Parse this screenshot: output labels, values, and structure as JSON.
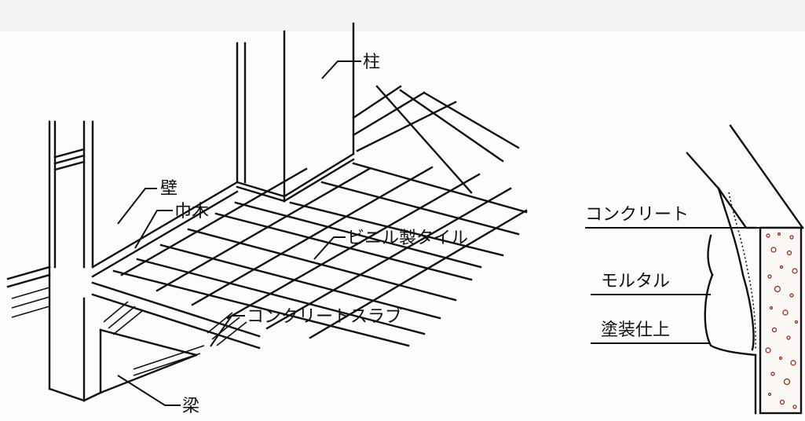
{
  "figure": {
    "left_labels": {
      "column": "柱",
      "wall": "壁",
      "baseboard": "巾木",
      "vinyl_tile": "ビニル製タイル",
      "concrete_slab": "コンクリートスラブ",
      "beam": "梁"
    },
    "right_labels": {
      "concrete": "コンクリート",
      "mortar": "モルタル",
      "paint_finish": "塗装仕上"
    }
  },
  "colors": {
    "line": "#111111",
    "concrete_dots": "#8a2a10",
    "background": "#fdfcfd"
  }
}
